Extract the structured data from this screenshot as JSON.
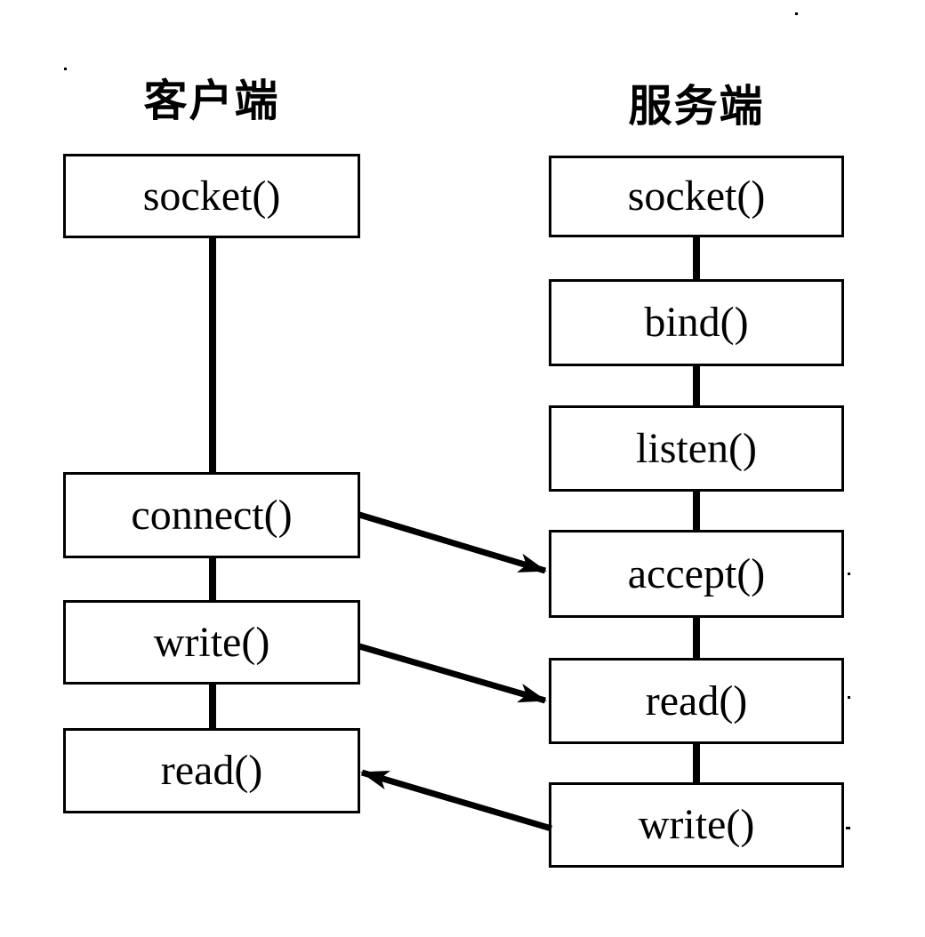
{
  "diagram": {
    "title_hint": "TCP socket client-server call flow",
    "client": {
      "title": "客户端",
      "nodes": [
        "socket()",
        "connect()",
        "write()",
        "read()"
      ]
    },
    "server": {
      "title": "服务端",
      "nodes": [
        "socket()",
        "bind()",
        "listen()",
        "accept()",
        "read()",
        "write()"
      ]
    },
    "edges": [
      {
        "from": "client connect()",
        "to": "server accept()",
        "direction": "left-to-right"
      },
      {
        "from": "client write()",
        "to": "server read()",
        "direction": "left-to-right"
      },
      {
        "from": "server write()",
        "to": "client read()",
        "direction": "right-to-left"
      }
    ],
    "colors": {
      "background": "#ffffff",
      "line": "#000000",
      "box_border": "#000000",
      "text": "#000000"
    }
  }
}
